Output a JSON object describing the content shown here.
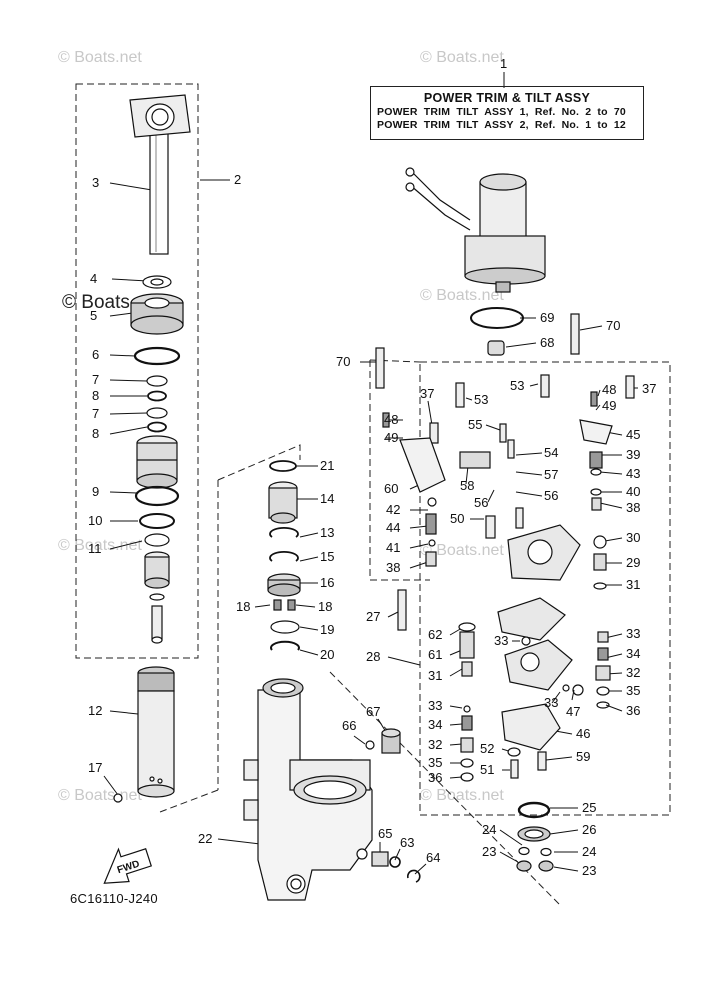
{
  "diagram": {
    "title": "POWER TRIM & TILT ASSY",
    "subtitle_line1": "POWER TRIM TILT ASSY 1, Ref. No. 2 to 70",
    "subtitle_line2": "POWER TRIM TILT ASSY 2, Ref. No. 1 to 12",
    "drawing_code": "6C16110-J240",
    "fwd_arrow_text": "FWD",
    "watermark_text": "© Boats.net",
    "callouts": [
      {
        "id": "c1",
        "text": "1"
      },
      {
        "id": "c2",
        "text": "2"
      },
      {
        "id": "c3",
        "text": "3"
      },
      {
        "id": "c4",
        "text": "4"
      },
      {
        "id": "c5",
        "text": "5"
      },
      {
        "id": "c6",
        "text": "6"
      },
      {
        "id": "c7a",
        "text": "7"
      },
      {
        "id": "c8a",
        "text": "8"
      },
      {
        "id": "c7b",
        "text": "7"
      },
      {
        "id": "c8b",
        "text": "8"
      },
      {
        "id": "c9",
        "text": "9"
      },
      {
        "id": "c10",
        "text": "10"
      },
      {
        "id": "c11",
        "text": "11"
      },
      {
        "id": "c12",
        "text": "12"
      },
      {
        "id": "c17",
        "text": "17"
      },
      {
        "id": "c21",
        "text": "21"
      },
      {
        "id": "c14",
        "text": "14"
      },
      {
        "id": "c13",
        "text": "13"
      },
      {
        "id": "c15",
        "text": "15"
      },
      {
        "id": "c16",
        "text": "16"
      },
      {
        "id": "c18a",
        "text": "18"
      },
      {
        "id": "c18b",
        "text": "18"
      },
      {
        "id": "c19",
        "text": "19"
      },
      {
        "id": "c20",
        "text": "20"
      },
      {
        "id": "c22",
        "text": "22"
      },
      {
        "id": "c66",
        "text": "66"
      },
      {
        "id": "c67",
        "text": "67"
      },
      {
        "id": "c65",
        "text": "65"
      },
      {
        "id": "c63",
        "text": "63"
      },
      {
        "id": "c64",
        "text": "64"
      },
      {
        "id": "c69",
        "text": "69"
      },
      {
        "id": "c68",
        "text": "68"
      },
      {
        "id": "c70a",
        "text": "70"
      },
      {
        "id": "c70b",
        "text": "70"
      },
      {
        "id": "c37a",
        "text": "37"
      },
      {
        "id": "c53a",
        "text": "53"
      },
      {
        "id": "c53b",
        "text": "53"
      },
      {
        "id": "c48a",
        "text": "48"
      },
      {
        "id": "c48b",
        "text": "48"
      },
      {
        "id": "c37b",
        "text": "37"
      },
      {
        "id": "c49a",
        "text": "49"
      },
      {
        "id": "c49b",
        "text": "49"
      },
      {
        "id": "c55",
        "text": "55"
      },
      {
        "id": "c54",
        "text": "54"
      },
      {
        "id": "c45",
        "text": "45"
      },
      {
        "id": "c60",
        "text": "60"
      },
      {
        "id": "c58",
        "text": "58"
      },
      {
        "id": "c57",
        "text": "57"
      },
      {
        "id": "c43",
        "text": "43"
      },
      {
        "id": "c39",
        "text": "39"
      },
      {
        "id": "c42",
        "text": "42"
      },
      {
        "id": "c56a",
        "text": "56"
      },
      {
        "id": "c56b",
        "text": "56"
      },
      {
        "id": "c40",
        "text": "40"
      },
      {
        "id": "c38a",
        "text": "38"
      },
      {
        "id": "c44",
        "text": "44"
      },
      {
        "id": "c50",
        "text": "50"
      },
      {
        "id": "c41",
        "text": "41"
      },
      {
        "id": "c30",
        "text": "30"
      },
      {
        "id": "c38b",
        "text": "38"
      },
      {
        "id": "c29",
        "text": "29"
      },
      {
        "id": "c31a",
        "text": "31"
      },
      {
        "id": "c27",
        "text": "27"
      },
      {
        "id": "c62",
        "text": "62"
      },
      {
        "id": "c33a",
        "text": "33"
      },
      {
        "id": "c33b",
        "text": "33"
      },
      {
        "id": "c61",
        "text": "61"
      },
      {
        "id": "c34a",
        "text": "34"
      },
      {
        "id": "c28",
        "text": "28"
      },
      {
        "id": "c32a",
        "text": "32"
      },
      {
        "id": "c31b",
        "text": "31"
      },
      {
        "id": "c35a",
        "text": "35"
      },
      {
        "id": "c33c",
        "text": "33"
      },
      {
        "id": "c47",
        "text": "47"
      },
      {
        "id": "c36a",
        "text": "36"
      },
      {
        "id": "c33d",
        "text": "33"
      },
      {
        "id": "c34b",
        "text": "34"
      },
      {
        "id": "c46",
        "text": "46"
      },
      {
        "id": "c32b",
        "text": "32"
      },
      {
        "id": "c52",
        "text": "52"
      },
      {
        "id": "c59",
        "text": "59"
      },
      {
        "id": "c35b",
        "text": "35"
      },
      {
        "id": "c51",
        "text": "51"
      },
      {
        "id": "c36b",
        "text": "36"
      },
      {
        "id": "c25",
        "text": "25"
      },
      {
        "id": "c24a",
        "text": "24"
      },
      {
        "id": "c26",
        "text": "26"
      },
      {
        "id": "c23a",
        "text": "23"
      },
      {
        "id": "c24b",
        "text": "24"
      },
      {
        "id": "c23b",
        "text": "23"
      }
    ]
  }
}
